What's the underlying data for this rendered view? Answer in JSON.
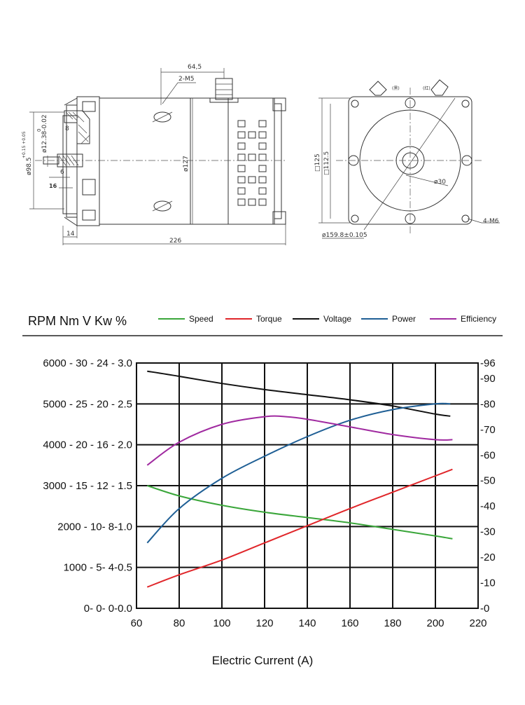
{
  "drawing": {
    "side_view": {
      "dim_terminal_offset": "64,5",
      "dim_thread": "2-M5",
      "dim_flange_dia": "ø98.5",
      "dim_flange_tol": "+0.15\n+0.05",
      "dim_shaft_dia": "ø12.38-0.02",
      "dim_shaft_tol": "0",
      "dim_8": "8",
      "dim_6": "6",
      "dim_16": "16",
      "dim_body_dia": "ø127",
      "dim_14": "14",
      "dim_length": "226"
    },
    "end_view": {
      "label_terminal_left": "(黑)",
      "label_terminal_right": "(红)",
      "dim_125": "□125",
      "dim_112_5": "□112.5",
      "dim_30": "ø30",
      "dim_bolt_circle": "ø159.8±0.105",
      "dim_holes": "4-M6"
    }
  },
  "chart_data": {
    "type": "line",
    "units_header": "RPM  Nm  V  Kw  %",
    "xlabel": "Electric Current (A)",
    "xlim": [
      60,
      220
    ],
    "x_ticks": [
      "60",
      "80",
      "100",
      "120",
      "140",
      "160",
      "180",
      "200",
      "220"
    ],
    "left_axis": {
      "ylim_kw": [
        0,
        3.0
      ],
      "tick_labels": [
        "0-  0-  0-0.0",
        "1000 -  5-   4-0.5",
        "2000 - 10-   8-1.0",
        "3000 - 15 - 12 - 1.5",
        "4000 - 20 - 16 - 2.0",
        "5000 - 25 - 20 - 2.5",
        "6000 - 30 - 24 - 3.0"
      ],
      "rpm_range": [
        0,
        6000
      ],
      "nm_range": [
        0,
        30
      ],
      "v_range": [
        0,
        24
      ],
      "kw_range": [
        0,
        3.0
      ]
    },
    "right_axis": {
      "ylim": [
        0,
        96
      ],
      "tick_labels": [
        "-0",
        "-10",
        "-20",
        "-30",
        "-40",
        "-50",
        "-60",
        "-70",
        "-80",
        "-90",
        "-96"
      ],
      "tick_values": [
        0,
        10,
        20,
        30,
        40,
        50,
        60,
        70,
        80,
        90,
        96
      ]
    },
    "series": [
      {
        "name": "Speed",
        "unit": "RPM",
        "color": "#3aa63a",
        "x": [
          65,
          80,
          100,
          120,
          140,
          160,
          180,
          200,
          208
        ],
        "y": [
          3000,
          2750,
          2520,
          2350,
          2220,
          2090,
          1930,
          1770,
          1700
        ]
      },
      {
        "name": "Torque",
        "unit": "Nm",
        "color": "#e0262a",
        "x": [
          65,
          80,
          100,
          120,
          140,
          160,
          180,
          200,
          208
        ],
        "y": [
          2.6,
          4.1,
          5.9,
          8.0,
          10.1,
          12.2,
          14.2,
          16.2,
          17.0
        ]
      },
      {
        "name": "Voltage",
        "unit": "V",
        "color": "#111111",
        "x": [
          65,
          80,
          100,
          120,
          140,
          160,
          180,
          200,
          207
        ],
        "y": [
          23.2,
          22.7,
          22.0,
          21.4,
          20.9,
          20.4,
          19.8,
          19.0,
          18.8
        ]
      },
      {
        "name": "Power",
        "unit": "Kw",
        "color": "#1f5f95",
        "x": [
          65,
          80,
          100,
          120,
          140,
          160,
          180,
          200,
          207
        ],
        "y": [
          0.8,
          1.22,
          1.59,
          1.86,
          2.1,
          2.3,
          2.43,
          2.5,
          2.5
        ]
      },
      {
        "name": "Efficiency",
        "unit": "%",
        "color": "#a02aa0",
        "x": [
          65,
          80,
          100,
          120,
          130,
          140,
          160,
          180,
          200,
          208
        ],
        "y": [
          56,
          65,
          72,
          75,
          75,
          74,
          71,
          68,
          66,
          66
        ]
      }
    ]
  }
}
